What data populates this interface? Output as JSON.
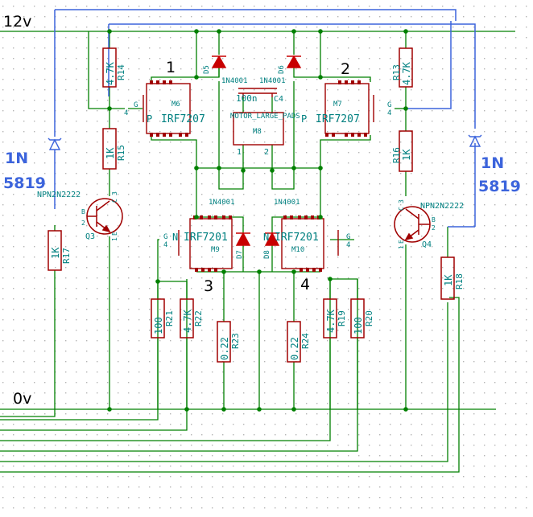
{
  "rails": {
    "vcc": "12v",
    "gnd": "0v"
  },
  "quadrants": [
    "1",
    "2",
    "3",
    "4"
  ],
  "schottky": {
    "part_line1": "1N",
    "part_line2": "5819"
  },
  "pmos_left": {
    "ref": "M6",
    "value": "IRF7207",
    "type": "P",
    "g": "G",
    "pin": "4"
  },
  "pmos_right": {
    "ref": "M7",
    "value": "IRF7207",
    "type": "P",
    "g": "G",
    "pin": "4"
  },
  "nmos_left": {
    "ref": "M9",
    "value": "IRF7201",
    "type": "N",
    "g": "G",
    "pin": "4"
  },
  "nmos_right": {
    "ref": "M10",
    "value": "IRF7201",
    "type": "N",
    "g": "G",
    "pin": "4"
  },
  "npn_left": {
    "ref": "Q3",
    "value": "NPN2N2222",
    "b": "B",
    "c": "C",
    "e": "E",
    "pin_b": "2",
    "pin_c": "3",
    "pin_e": "1"
  },
  "npn_right": {
    "ref": "Q4",
    "value": "NPN2N2222",
    "b": "B",
    "c": "C",
    "e": "E",
    "pin_b": "2",
    "pin_c": "3",
    "pin_e": "1"
  },
  "diodes": [
    {
      "ref": "D5",
      "value": "1N4001"
    },
    {
      "ref": "D6",
      "value": "1N4001"
    },
    {
      "ref": "D7",
      "value": "1N4001"
    },
    {
      "ref": "D8",
      "value": "1N4001"
    }
  ],
  "capacitor": {
    "ref": "C4",
    "value": "100n"
  },
  "motor": {
    "name": "MOTOR_LARGE_PADS",
    "ref": "M8",
    "pin1": "1",
    "pin2": "2"
  },
  "resistors": {
    "R14": {
      "ref": "R14",
      "value": "4.7K"
    },
    "R15": {
      "ref": "R15",
      "value": "1K"
    },
    "R13": {
      "ref": "R13",
      "value": "4.7K"
    },
    "R16": {
      "ref": "R16",
      "value": "1K"
    },
    "R17": {
      "ref": "R17",
      "value": "1K"
    },
    "R18": {
      "ref": "R18",
      "value": "1K"
    },
    "R21": {
      "ref": "R21",
      "value": "100"
    },
    "R22": {
      "ref": "R22",
      "value": "4.7K"
    },
    "R23": {
      "ref": "R23",
      "value": "0.22"
    },
    "R24": {
      "ref": "R24",
      "value": "0.22"
    },
    "R19": {
      "ref": "R19",
      "value": "4.7K"
    },
    "R20": {
      "ref": "R20",
      "value": "100"
    }
  },
  "colors": {
    "wire": "#008000",
    "part": "#a00000",
    "text": "#008080",
    "blue": "#3c64dc",
    "diode": "#c80000",
    "black": "#000000",
    "grid": "#b4b4b4"
  }
}
